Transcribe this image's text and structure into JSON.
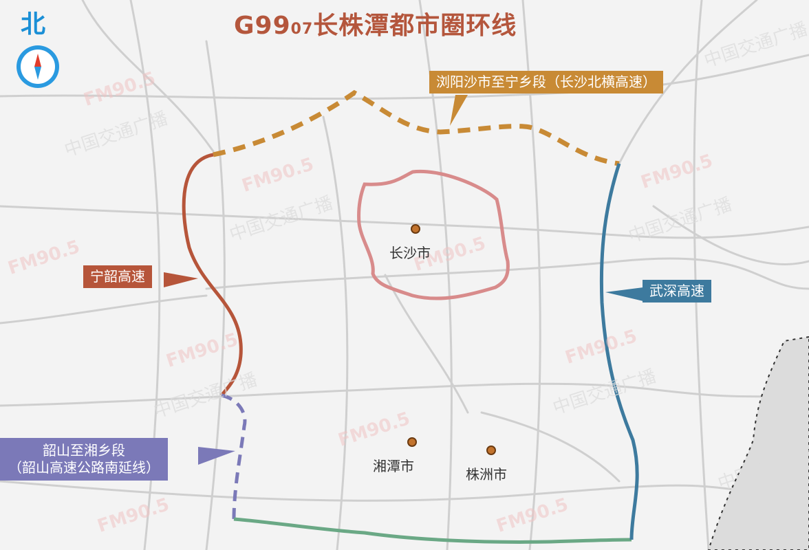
{
  "title": {
    "main": "G99",
    "sub": "07",
    "rest": "长株潭都市圈环线"
  },
  "north": {
    "label": "北"
  },
  "routes": {
    "ningshao": {
      "label": "宁韶高速",
      "color": "#b6553a"
    },
    "liuyang": {
      "label": "浏阳沙市至宁乡段（长沙北横高速）",
      "color": "#c88a35"
    },
    "wushen": {
      "label": "武深高速",
      "color": "#3d7a9e"
    },
    "shaoshan": {
      "line1": "韶山至湘乡段",
      "line2": "（韶山高速公路南延线）",
      "color": "#7b79b8"
    },
    "south": {
      "color": "#6aa885"
    },
    "city_ring": {
      "color": "#d88b8b"
    }
  },
  "cities": {
    "changsha": "长沙市",
    "xiangtan": "湘潭市",
    "zhuzhou": "株洲市"
  },
  "watermark": {
    "brand": "FM90.5",
    "name": "中国交通广播"
  }
}
